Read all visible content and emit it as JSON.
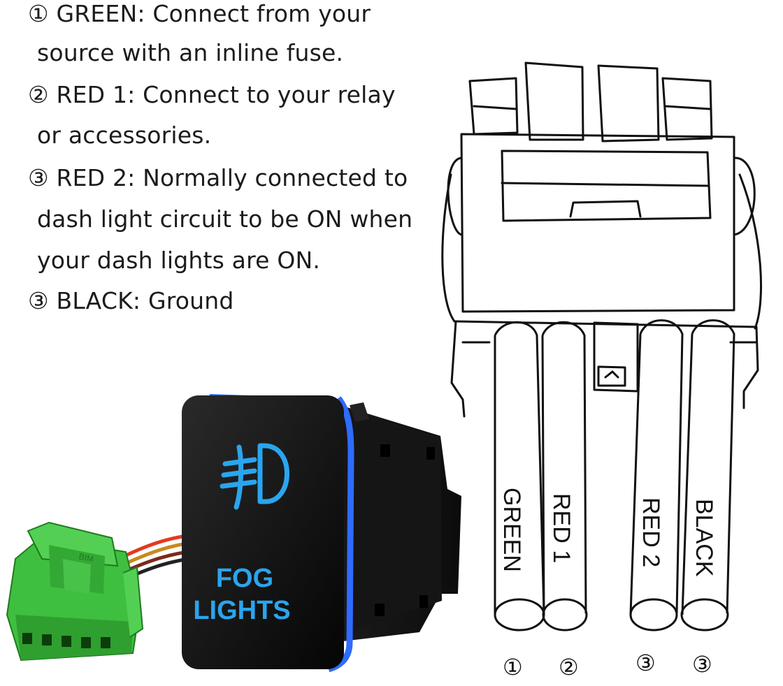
{
  "instructions": [
    {
      "text": "① GREEN: Connect from your"
    },
    {
      "text": "source with an inline fuse."
    },
    {
      "text": "② RED 1: Connect to your relay"
    },
    {
      "text": "or accessories."
    },
    {
      "text": "③ RED 2: Normally connected to"
    },
    {
      "text": "dash light circuit to be ON when"
    },
    {
      "text": "your dash lights are ON."
    },
    {
      "text": "③ BLACK: Ground"
    }
  ],
  "wires": [
    {
      "label": "GREEN",
      "number": "①"
    },
    {
      "label": "RED 1",
      "number": "②"
    },
    {
      "label": "RED 2",
      "number": "③"
    },
    {
      "label": "BLACK",
      "number": "③"
    }
  ],
  "switch": {
    "label_line1": "FOG",
    "label_line2": "LIGHTS",
    "icon": "fog-light-icon",
    "glow_color": "#2f6bff",
    "text_color": "#2aa5ee"
  },
  "plug": {
    "color": "#3fbf3f",
    "stamp": "BIM"
  }
}
